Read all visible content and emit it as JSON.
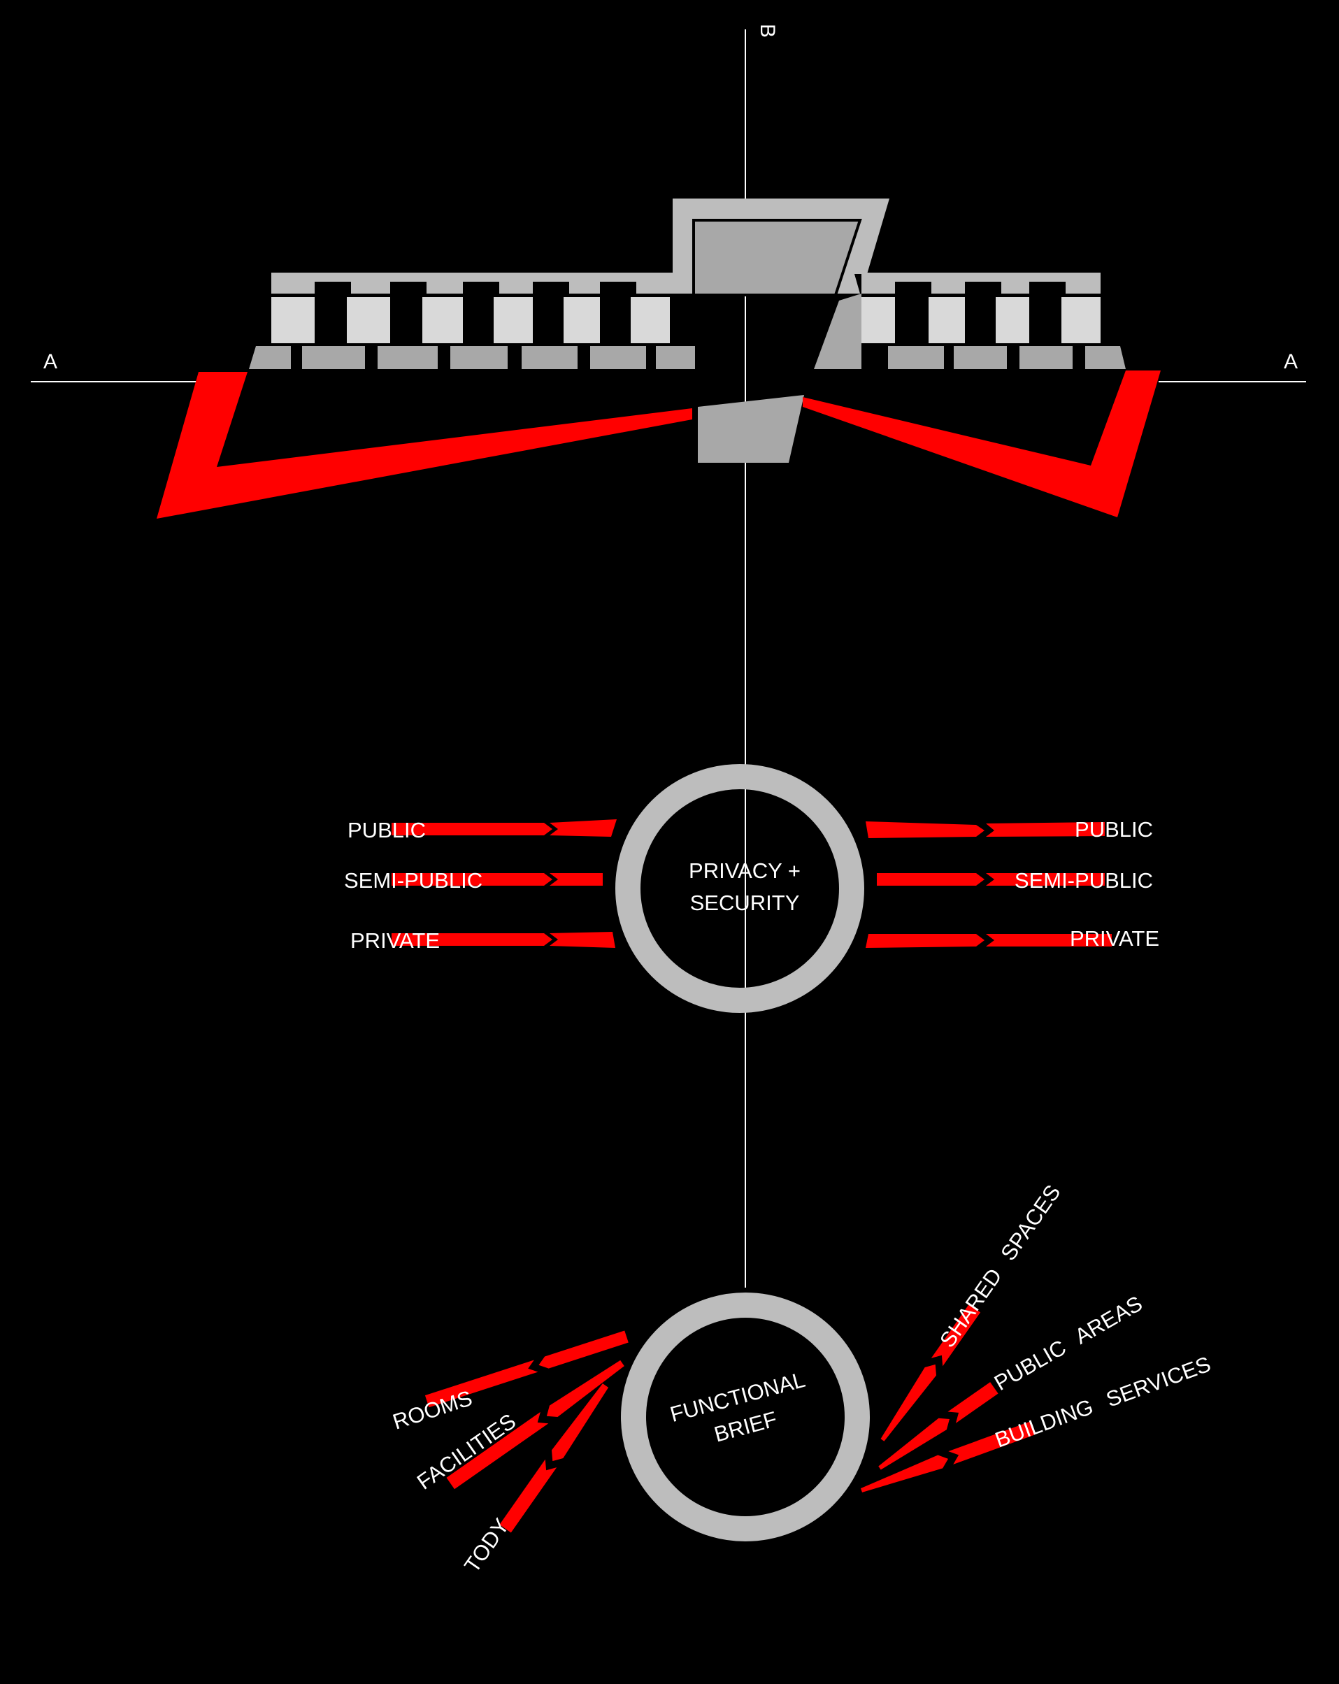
{
  "section_labels": {
    "a_left": "A",
    "a_right": "A",
    "b_top": "B"
  },
  "colors": {
    "background": "#000000",
    "accent": "#ff0000",
    "grey": "#bdbdbd",
    "light_grey": "#d9d9d9",
    "mid_grey": "#a8a8a8",
    "line": "#ffffff"
  },
  "privacy_hub": {
    "title_line1": "PRIVACY +",
    "title_line2": "SECURITY",
    "left_labels": [
      "PUBLIC",
      "SEMI-PUBLIC",
      "PRIVATE"
    ],
    "right_labels": [
      "PUBLIC",
      "SEMI-PUBLIC",
      "PRIVATE"
    ]
  },
  "functional_hub": {
    "title_line1": "FUNCTIONAL",
    "title_line2": "BRIEF",
    "left_labels": [
      "ROOMS",
      "FACILITIES",
      "TODY"
    ],
    "right_labels": [
      {
        "red": "SHARED",
        "white": "SPACES"
      },
      {
        "red": "PUBLIC",
        "white": "AREAS"
      },
      {
        "red": "BUILDING",
        "white": "SERVICES"
      }
    ]
  }
}
